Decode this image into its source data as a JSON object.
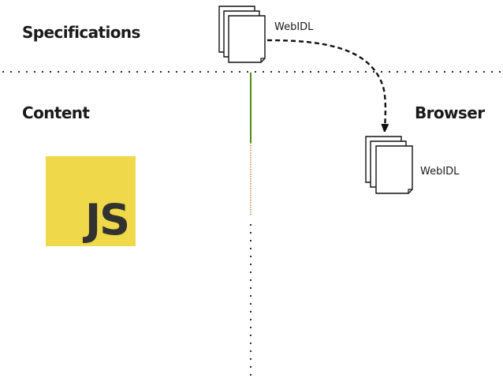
{
  "sections": {
    "specifications": "Specifications",
    "content": "Content",
    "browser": "Browser"
  },
  "documents": {
    "spec_doc_label": "WebIDL",
    "browser_doc_label": "WebIDL"
  },
  "js_logo": {
    "text": "JS",
    "background_color": "#efd84a",
    "text_color": "#323330"
  },
  "colors": {
    "divider": "#1a1a1a",
    "connector_solid": "#4f8a1f",
    "connector_faded": "#d9894e",
    "arrow": "#111111"
  }
}
